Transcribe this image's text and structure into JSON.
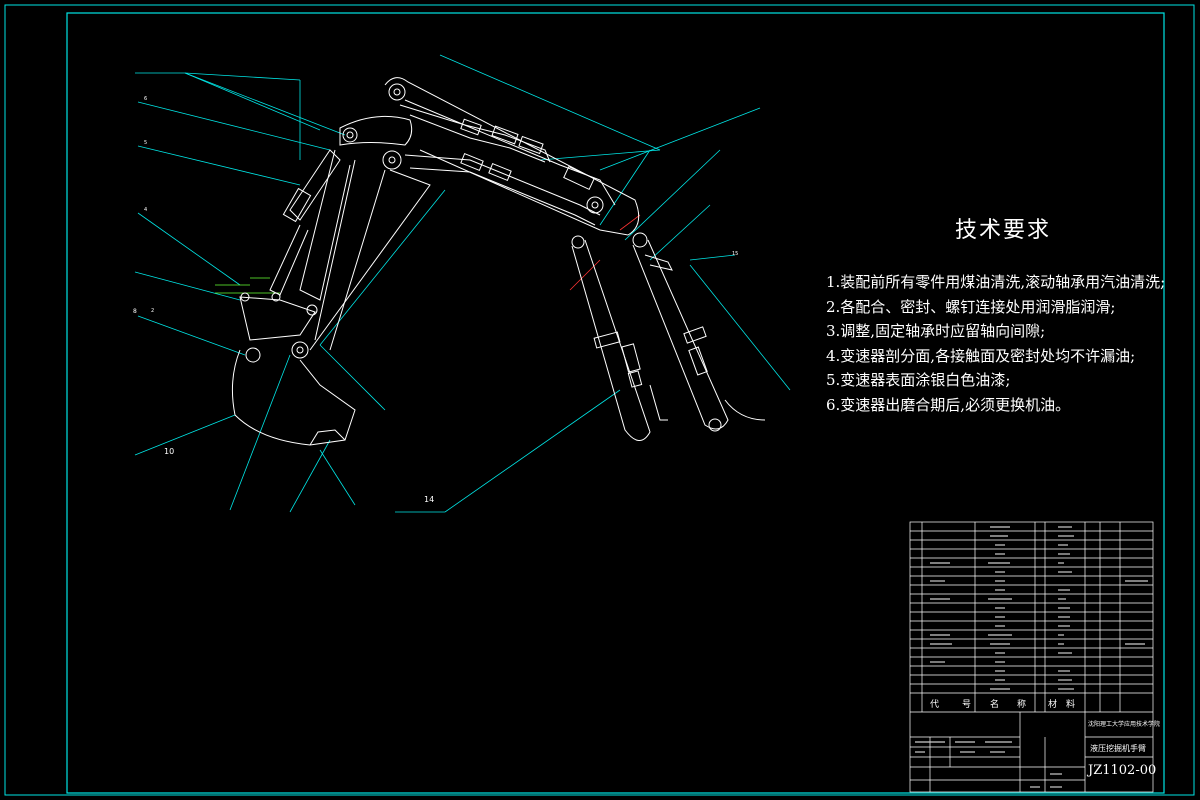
{
  "tech_requirements": {
    "title": "技术要求",
    "items": [
      "1.装配前所有零件用煤油清洗,滚动轴承用汽油清洗;",
      "2.各配合、密封、螺钉连接处用润滑脂润滑;",
      "3.调整,固定轴承时应留轴向间隙;",
      "4.变速器剖分面,各接触面及密封处均不许漏油;",
      "5.变速器表面涂银白色油漆;",
      "6.变速器出磨合期后,必须更换机油。"
    ]
  },
  "part_labels": {
    "l10": "10",
    "l14": "14",
    "l15": "15",
    "l2": "2",
    "l4": "4",
    "l5": "5",
    "l6": "6",
    "l8": "8"
  },
  "title_block": {
    "column_headers": [
      "代",
      "号",
      "名",
      "称",
      "材",
      "料"
    ],
    "school": "沈阳理工大学应用技术学院",
    "drawing_name": "液压挖掘机手臂",
    "drawing_no": "JZ1102-00"
  },
  "colors": {
    "background": "#000000",
    "frame": "#00e5e5",
    "drawing": "#ffffff",
    "leader": "#00e5e5",
    "dimension_green": "#66ff33",
    "center_line_red": "#ff3333"
  }
}
